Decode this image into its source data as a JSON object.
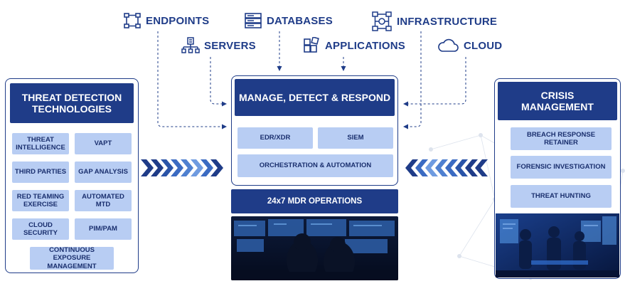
{
  "sources": {
    "endpoints": "ENDPOINTS",
    "databases": "DATABASES",
    "infrastructure": "INFRASTRUCTURE",
    "servers": "SERVERS",
    "applications": "APPLICATIONS",
    "cloud": "CLOUD"
  },
  "icons": {
    "endpoints": "network-nodes-icon",
    "databases": "database-server-icon",
    "infrastructure": "infrastructure-icon",
    "servers": "server-network-icon",
    "applications": "app-grid-icon",
    "cloud": "cloud-icon"
  },
  "left_panel": {
    "title_line1": "THREAT DETECTION",
    "title_line2": "TECHNOLOGIES",
    "items": [
      "THREAT INTELLIGENCE",
      "VAPT",
      "THIRD PARTIES",
      "GAP ANALYSIS",
      "RED TEAMING EXERCISE",
      "AUTOMATED MTD",
      "CLOUD SECURITY",
      "PIM/PAM",
      "CONTINUOUS EXPOSURE MANAGEMENT"
    ]
  },
  "center_panel": {
    "title": "MANAGE, DETECT & RESPOND",
    "items": [
      "EDR/XDR",
      "SIEM",
      "ORCHESTRATION & AUTOMATION"
    ],
    "ops_label": "24x7 MDR OPERATIONS"
  },
  "right_panel": {
    "title_line1": "CRISIS",
    "title_line2": "MANAGEMENT",
    "items": [
      "BREACH RESPONSE RETAINER",
      "FORENSIC INVESTIGATION",
      "THREAT HUNTING"
    ]
  },
  "colors": {
    "navy": "#1f3c88",
    "pill": "#b8cdf3",
    "arrow_dark": "#1f3c88",
    "arrow_light": "#6f9be0"
  }
}
